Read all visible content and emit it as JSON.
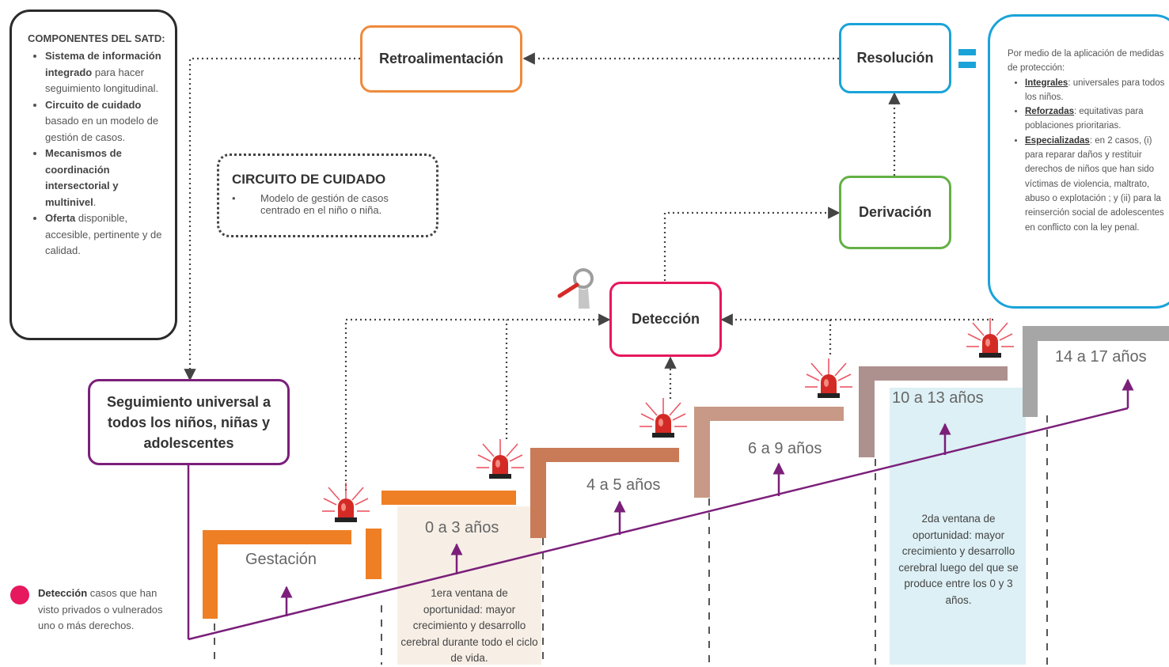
{
  "colors": {
    "purple": "#7b1f7a",
    "orange": "#ef7f24",
    "copper": "#c97b58",
    "salmon": "#d19378",
    "mauve": "#a87a74",
    "taupe": "#ad918f",
    "gray": "#a6a6a6",
    "detection_pink": "#e6185e",
    "resolution_blue": "#1aa3d9",
    "derivation_green": "#64b046",
    "retro_orange": "#ef8a3c",
    "window1_fill": "#f7efe6",
    "window2_fill": "#ddf0f5"
  },
  "components_panel": {
    "title": "COMPONENTES DEL SATD:",
    "items": [
      {
        "bold": "Sistema de información integrado",
        "text": " para hacer seguimiento longitudinal."
      },
      {
        "bold": "Circuito de cuidado",
        "text": " basado en un modelo de gestión de casos."
      },
      {
        "bold": "Mecanismos de coordinación intersectorial y multinivel",
        "text": "."
      },
      {
        "bold": "Oferta",
        "text": " disponible, accesible, pertinente y de calidad."
      }
    ]
  },
  "circuito": {
    "title": "CIRCUITO DE CUIDADO",
    "bullet": "•",
    "text": "Modelo de gestión de casos centrado en el niño o niña."
  },
  "nodes": {
    "retroalimentacion": "Retroalimentación",
    "resolucion": "Resolución",
    "derivacion": "Derivación",
    "deteccion": "Detección",
    "seguimiento": "Seguimiento universal a todos los niños, niñas y adolescentes"
  },
  "protection_panel": {
    "intro": "Por medio de la aplicación de medidas de protección:",
    "items": [
      {
        "bold": "Integrales",
        "text": ": universales para todos los niños."
      },
      {
        "bold": "Reforzadas",
        "text": ": equitativas para poblaciones prioritarias."
      },
      {
        "bold": "Especializadas",
        "text": ": en 2 casos, (i) para reparar daños y restituir derechos de niños que han sido víctimas de violencia, maltrato, abuso o explotación ; y (ii) para la reinserción social de adolescentes en conflicto con la ley penal."
      }
    ]
  },
  "stages": [
    "Gestación",
    "0 a 3 años",
    "4 a 5 años",
    "6 a 9 años",
    "10 a 13 años",
    "14 a 17 años"
  ],
  "windows": {
    "first": "1era ventana de oportunidad: mayor crecimiento y desarrollo cerebral durante todo el ciclo de vida.",
    "second": "2da ventana de oportunidad: mayor crecimiento y desarrollo cerebral luego del que se produce entre los 0 y 3 años."
  },
  "legend": {
    "bold": "Detección",
    "text": " casos que han visto privados o vulnerados uno o más derechos."
  }
}
